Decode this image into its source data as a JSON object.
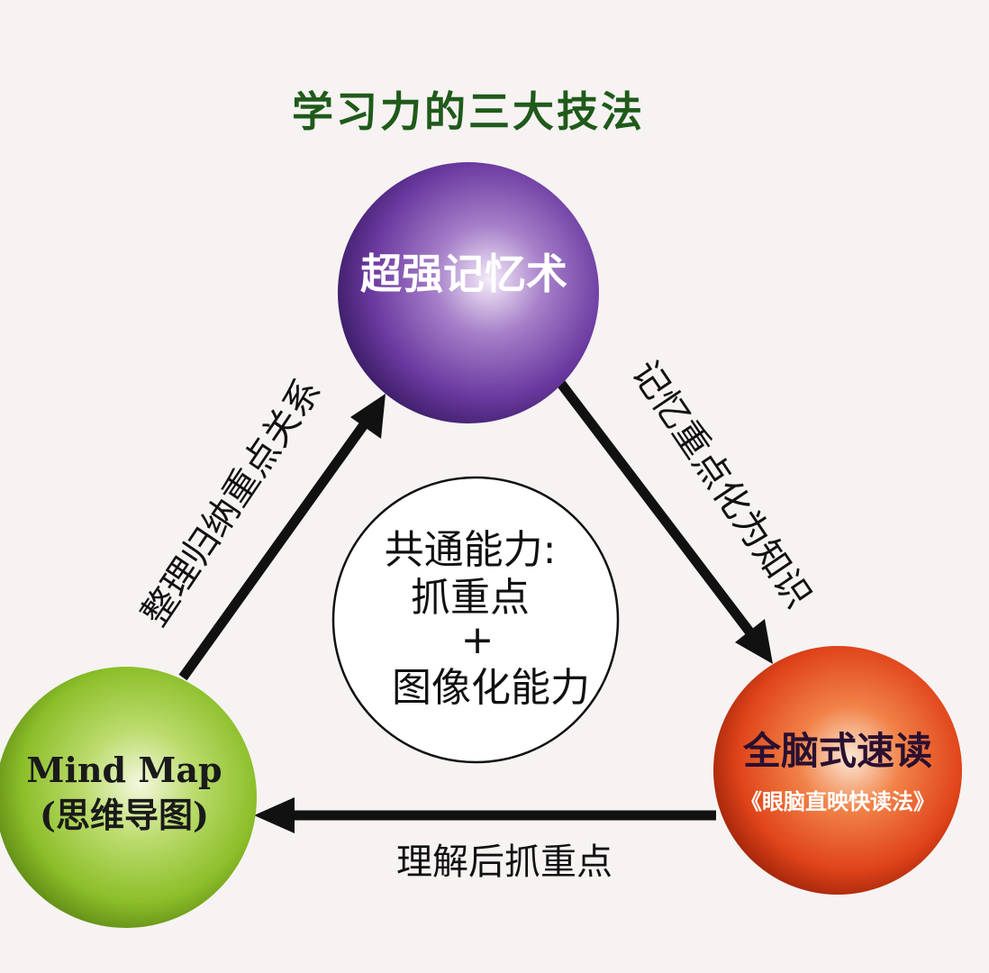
{
  "title": "学习力的三大技法",
  "colors": {
    "title": "#1f5a1a",
    "top_node": "#6b3aa0",
    "right_node": "#e0441a",
    "left_node": "#8cbf2a",
    "arrow": "#111111"
  },
  "nodes": {
    "top": {
      "label": "超强记忆术"
    },
    "right": {
      "label": "全脑式速读",
      "sublabel": "《眼脑直映快读法》"
    },
    "left": {
      "label_line1": "Mind Map",
      "label_line2": "(思维导图)"
    }
  },
  "center": {
    "line1": "共通能力:",
    "line2": "抓重点",
    "line3": "+",
    "line4": "图像化能力"
  },
  "edges": {
    "left_to_top": "整理归纳重点关系",
    "top_to_right": "记忆重点化为知识",
    "right_to_left": "理解后抓重点"
  }
}
